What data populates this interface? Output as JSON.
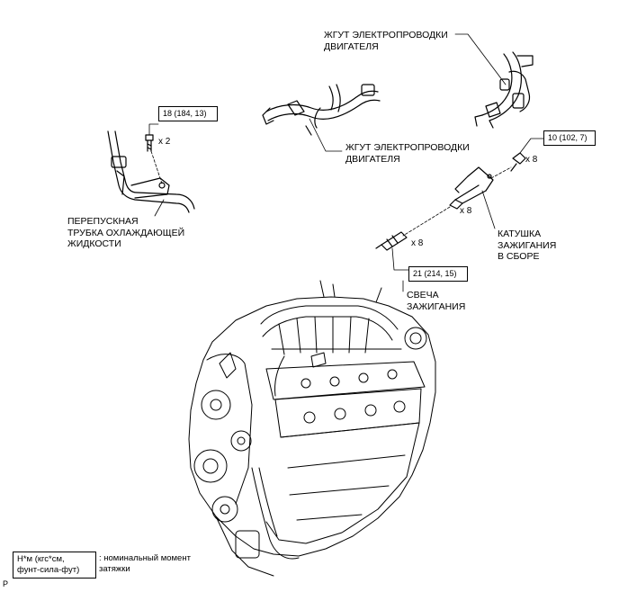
{
  "labels": {
    "harness_top": [
      "ЖГУТ ЭЛЕКТРОПРОВОДКИ",
      "ДВИГАТЕЛЯ"
    ],
    "harness_mid": [
      "ЖГУТ ЭЛЕКТРОПРОВОДКИ",
      "ДВИГАТЕЛЯ"
    ],
    "bypass_pipe": [
      "ПЕРЕПУСКНАЯ",
      "ТРУБКА ОХЛАЖДАЮЩЕЙ",
      "ЖИДКОСТИ"
    ],
    "ignition_coil": [
      "КАТУШКА",
      "ЗАЖИГАНИЯ",
      "В СБОРЕ"
    ],
    "spark_plug": [
      "СВЕЧА",
      "ЗАЖИГАНИЯ"
    ]
  },
  "torque": {
    "bypass_bolt": "18 (184, 13)",
    "coil_bolt": "10 (102, 7)",
    "spark_plug": "21 (214, 15)"
  },
  "quantities": {
    "bypass_bolt": "x 2",
    "coil_bolt": "x 8",
    "coil": "x 8",
    "spark_plug": "x 8"
  },
  "legend": {
    "unit_lines": [
      "Н*м (кгс*см,",
      "фунт-сила-фут)"
    ],
    "description_lines": [
      ": номинальный момент",
      "затяжки"
    ]
  },
  "corner_mark": "P"
}
